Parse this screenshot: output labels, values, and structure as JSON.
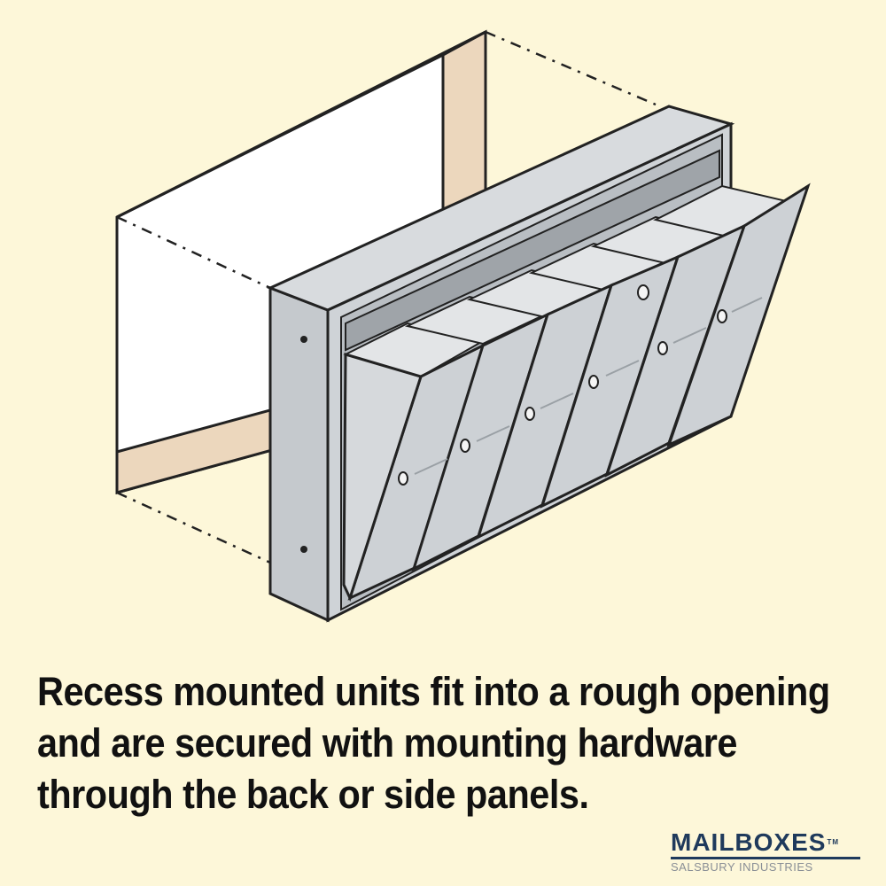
{
  "caption": {
    "line1": "Recess mounted units fit into a rough opening",
    "line2": "and are secured with mounting hardware",
    "line3": "through the back or side panels."
  },
  "logo": {
    "word": "MAILBOXES",
    "tm": "TM",
    "subtitle": "SALSBURY INDUSTRIES",
    "color": "#1f3a5c"
  },
  "colors": {
    "background": "#fdf7d9",
    "wall_face": "#ffffff",
    "wall_frame": "#ecd7bd",
    "unit_metal": "#c8ccd0"
  },
  "illustration": {
    "compartment_count": 6
  }
}
